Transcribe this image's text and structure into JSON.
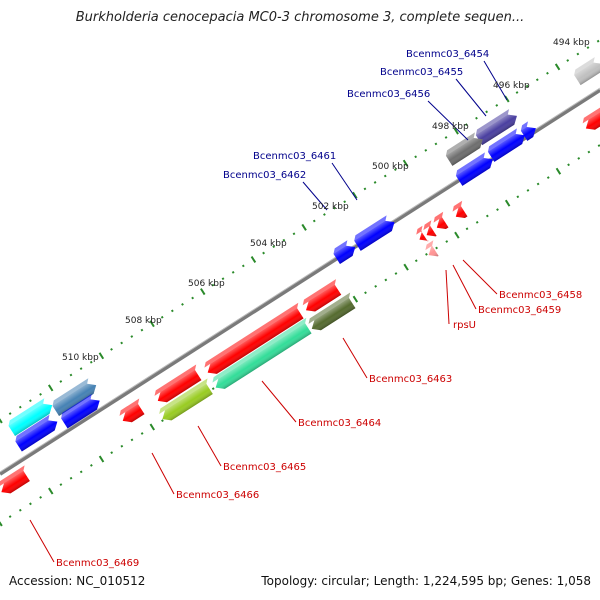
{
  "title": "Burkholderia cenocepacia MC0-3 chromosome 3, complete sequen...",
  "footer": {
    "accession": "Accession: NC_010512",
    "summary": "Topology: circular; Length: 1,224,595 bp; Genes: 1,058"
  },
  "colors": {
    "backbone": "#7a7a7a",
    "tick": "#2a8a2a",
    "label_forward": "#00008b",
    "label_reverse": "#cc0000"
  },
  "kbp_labels": [
    "494 kbp",
    "496 kbp",
    "498 kbp",
    "500 kbp",
    "502 kbp",
    "504 kbp",
    "506 kbp",
    "508 kbp",
    "510 kbp"
  ],
  "gene_labels": [
    {
      "text": "Bcenmc03_6454",
      "strand": "forward"
    },
    {
      "text": "Bcenmc03_6455",
      "strand": "forward"
    },
    {
      "text": "Bcenmc03_6456",
      "strand": "forward"
    },
    {
      "text": "Bcenmc03_6461",
      "strand": "forward"
    },
    {
      "text": "Bcenmc03_6462",
      "strand": "forward"
    },
    {
      "text": "Bcenmc03_6458",
      "strand": "reverse"
    },
    {
      "text": "Bcenmc03_6459",
      "strand": "reverse"
    },
    {
      "text": "rpsU",
      "strand": "reverse"
    },
    {
      "text": "Bcenmc03_6463",
      "strand": "reverse"
    },
    {
      "text": "Bcenmc03_6464",
      "strand": "reverse"
    },
    {
      "text": "Bcenmc03_6465",
      "strand": "reverse"
    },
    {
      "text": "Bcenmc03_6466",
      "strand": "reverse"
    },
    {
      "text": "Bcenmc03_6469",
      "strand": "reverse"
    }
  ]
}
